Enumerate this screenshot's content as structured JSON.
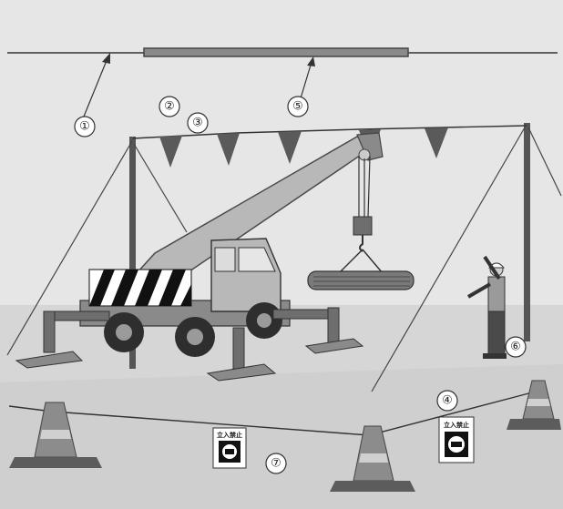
{
  "colors": {
    "sky": "#e6e6e6",
    "ground": "#d6d6d6",
    "ground_shadow": "#c4c4c4",
    "crane_body": "#b8b8b8",
    "crane_dark": "#6e6e6e",
    "crane_darker": "#3c3c3c",
    "pole": "#555555",
    "rope": "#444444",
    "flag": "#5a5a5a",
    "cone": "#8c8c8c",
    "cone_dark": "#5c5c5c",
    "overhead_wire": "#333333",
    "bar": "#8a8a8a",
    "person_vest": "#9a9a9a"
  },
  "callouts": [
    {
      "id": "c1",
      "label": "①"
    },
    {
      "id": "c2",
      "label": "②"
    },
    {
      "id": "c3",
      "label": "③"
    },
    {
      "id": "c4",
      "label": "④"
    },
    {
      "id": "c5",
      "label": "⑤"
    },
    {
      "id": "c6",
      "label": "⑥"
    },
    {
      "id": "c7",
      "label": "⑦"
    }
  ],
  "signs": [
    {
      "id": "sign-left",
      "text": "立入禁止"
    },
    {
      "id": "sign-right",
      "text": "立入禁止"
    }
  ]
}
